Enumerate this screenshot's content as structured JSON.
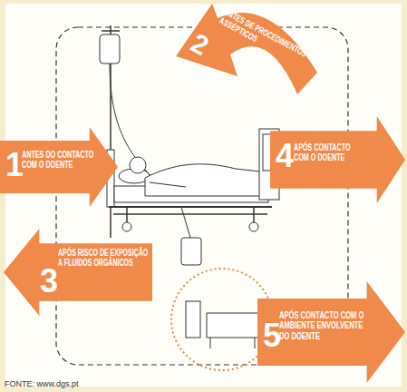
{
  "diagram": {
    "nodes": [
      {
        "text": [
          "1",
          "ANTES DO CONTACTO COM O DOENTE"
        ]
      },
      {
        "text": [
          "2",
          "ANTES DE PROCEDIMENTOS ASSÉPTICOS"
        ]
      },
      {
        "text": [
          "3",
          "APÓS RISCO DE EXPOSIÇÃO A FLUIDOS ORGÂNICOS"
        ]
      },
      {
        "text": [
          "4",
          "APÓS CONTACTO COM O DOENTE"
        ]
      },
      {
        "text": [
          "5",
          "APÓS CONTACTO COM O AMBIENTE ENVOLVENTE DO DOENTE"
        ]
      }
    ],
    "labels": [
      "FONTE: www.dgs.pt"
    ]
  }
}
